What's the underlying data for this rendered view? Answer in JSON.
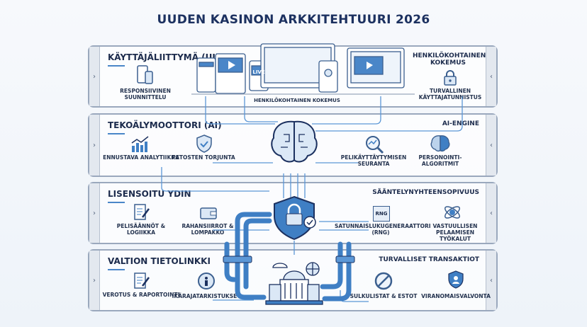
{
  "title": "UUDEN KASINON ARKKITEHTUURI 2026",
  "layers": [
    {
      "title": "KÄYTTÄJÄLIITTYMÄ (UI)",
      "right_title": "HENKILÖKOHTAINEN KOKEMUS",
      "items": [
        "RESPONSIIVINEN SUUNNITTELU",
        "TURVALLINEN KÄYTTAJATUNNISTUS"
      ],
      "center_label": "HENKILÖKOHTAINEN KOKEMUS",
      "device_badge": "LIVE"
    },
    {
      "title": "TEKOÄLYMOOTTORI (AI)",
      "right_title": "AI-ENGINE",
      "items": [
        "ENNUSTAVA ANALYTIIKKA",
        "PETOSTEN TORJUNTA",
        "PELIKÄYTTÄYTYMISEN SEURANTA",
        "PERSONOINTI-ALGORITMIT"
      ]
    },
    {
      "title": "LISENSOITU YDIN",
      "right_title": "SÄÄNTELYNYHTEENSOPIVUUS",
      "items": [
        "PELISÄÄNNÖT & LOGIIKKA",
        "RAHANSIIRROT & LOMPAKKO",
        "SATUNNAISLUKUGENERAATTORI (RNG)",
        "VASTUULLISEN PELAAMISEN TYÖKALUT"
      ],
      "rng_badge": "RNG"
    },
    {
      "title": "VALTION TIETOLINKKI",
      "right_title": "TURVALLISET TRANSAKTIOT",
      "items": [
        "VEROTUS & RAPORTOINTI",
        "IKÄRAJATARKISTUKSET",
        "SULKULISTAT & ESTOT",
        "VIRANOMAISVALVONTA"
      ]
    }
  ],
  "colors": {
    "accent": "#3f7fc4",
    "dark": "#1c3160",
    "border": "#9aa8bd"
  }
}
